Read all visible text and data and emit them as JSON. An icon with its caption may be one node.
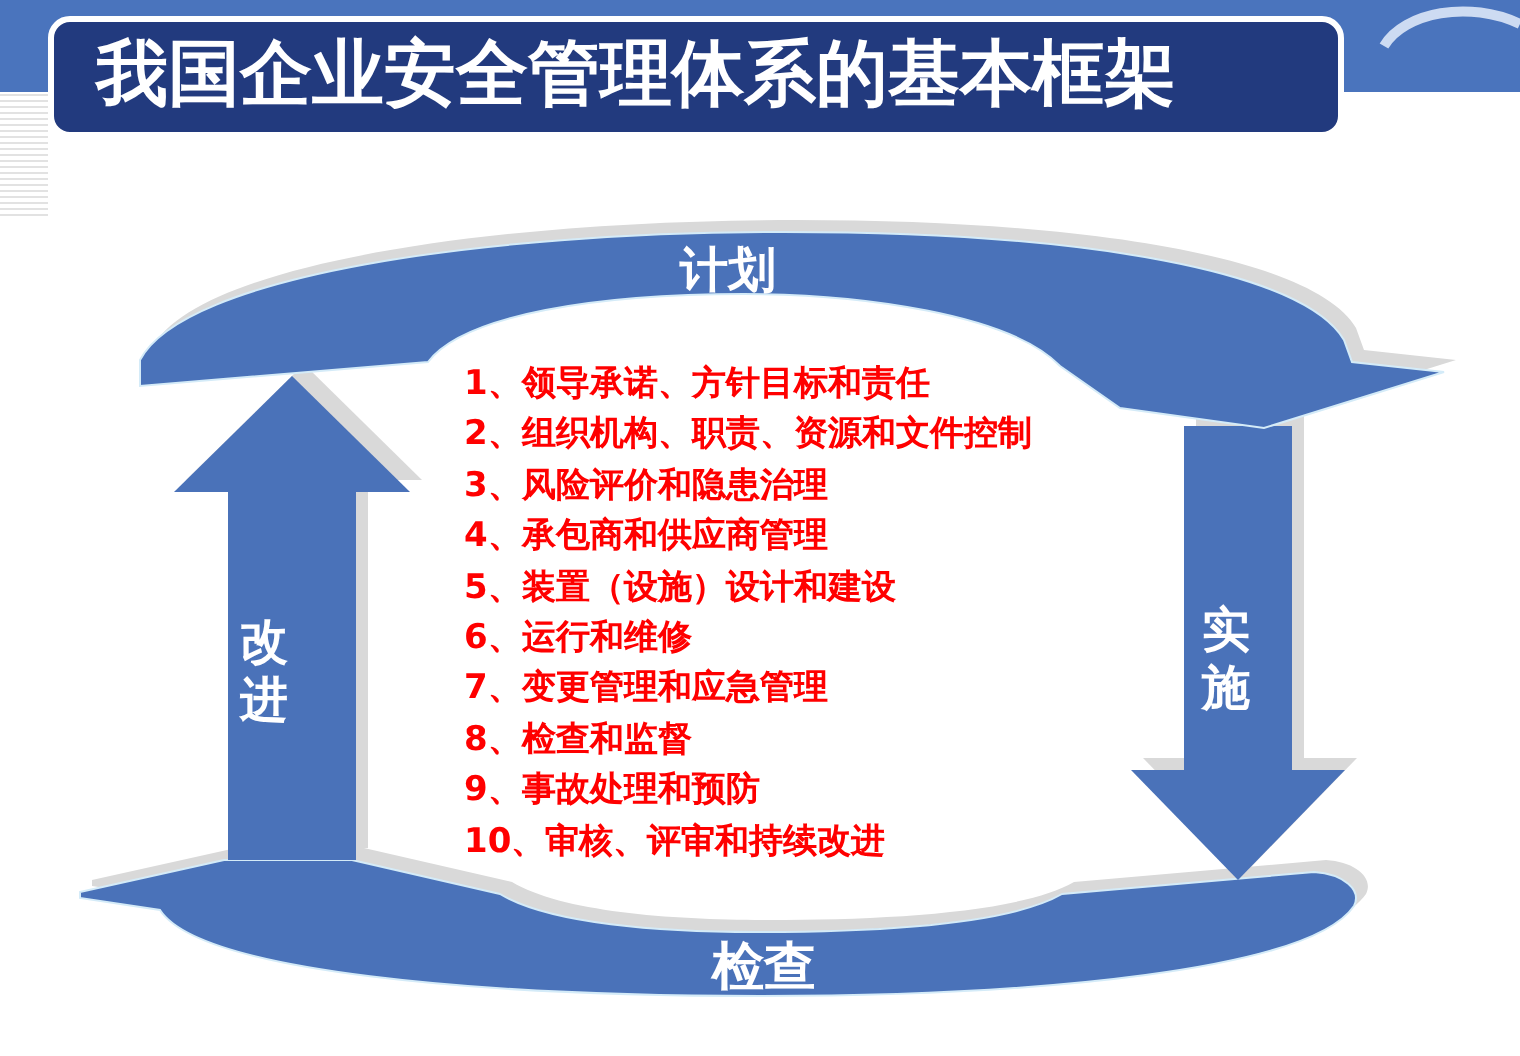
{
  "diagram": {
    "title": "我国企业安全管理体系的基本框架",
    "nodes": [
      {
        "text": [
          "计划"
        ]
      },
      {
        "text": [
          "检查"
        ]
      }
    ],
    "edges": [
      {
        "from": 0,
        "to": 1,
        "arrow": "to",
        "label": "实施"
      },
      {
        "from": 1,
        "to": 0,
        "arrow": "to",
        "label": "改进"
      }
    ],
    "labels": [
      "1、领导承诺、方针目标和责任",
      "2、组织机构、职责、资源和文件控制",
      "3、风险评价和隐患治理",
      "4、承包商和供应商管理",
      "5、装置（设施）设计和建设",
      "6、运行和维修",
      "7、变更管理和应急管理",
      "8、检查和监督",
      "9、事故处理和预防",
      "10、审核、评审和持续改进"
    ]
  }
}
